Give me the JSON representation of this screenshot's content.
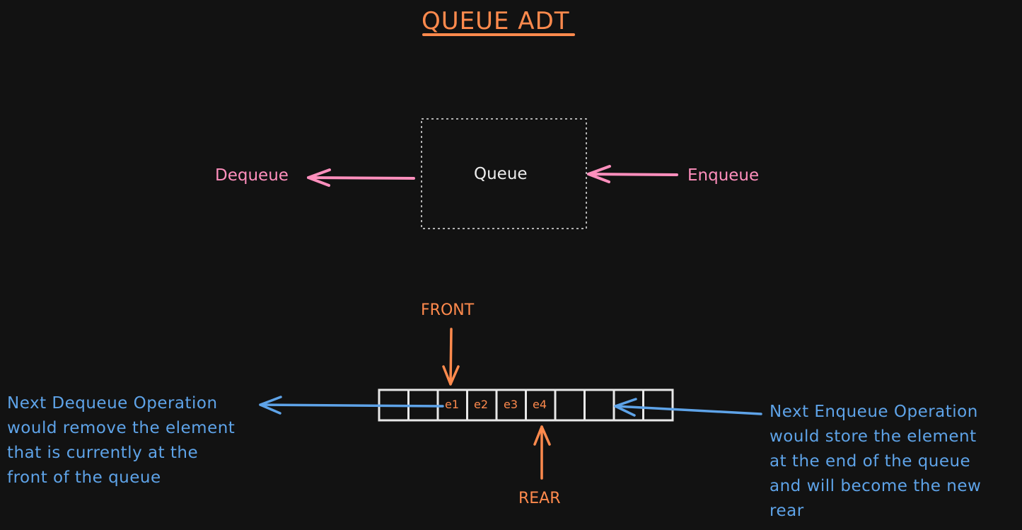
{
  "title": "QUEUE ADT",
  "top_diagram": {
    "box_label": "Queue",
    "left_label": "Dequeue",
    "right_label": "Enqueue"
  },
  "array_diagram": {
    "cells": [
      "",
      "",
      "e1",
      "e2",
      "e3",
      "e4",
      "",
      "",
      "",
      ""
    ],
    "front_label": "FRONT",
    "rear_label": "REAR",
    "front_index": 2,
    "rear_index": 5
  },
  "notes": {
    "left": [
      "Next Dequeue Operation",
      "would remove the element",
      "that is currently at the",
      "front of the queue"
    ],
    "right": [
      "Next Enqueue Operation",
      "would store the element",
      "at the end of the queue",
      "and will become the new",
      "rear"
    ]
  },
  "colors": {
    "background": "#121212",
    "accent_orange": "#ff8a4d",
    "accent_pink": "#ff8fbd",
    "accent_blue": "#5ea3e8",
    "stroke_white": "#e8e8e8"
  }
}
